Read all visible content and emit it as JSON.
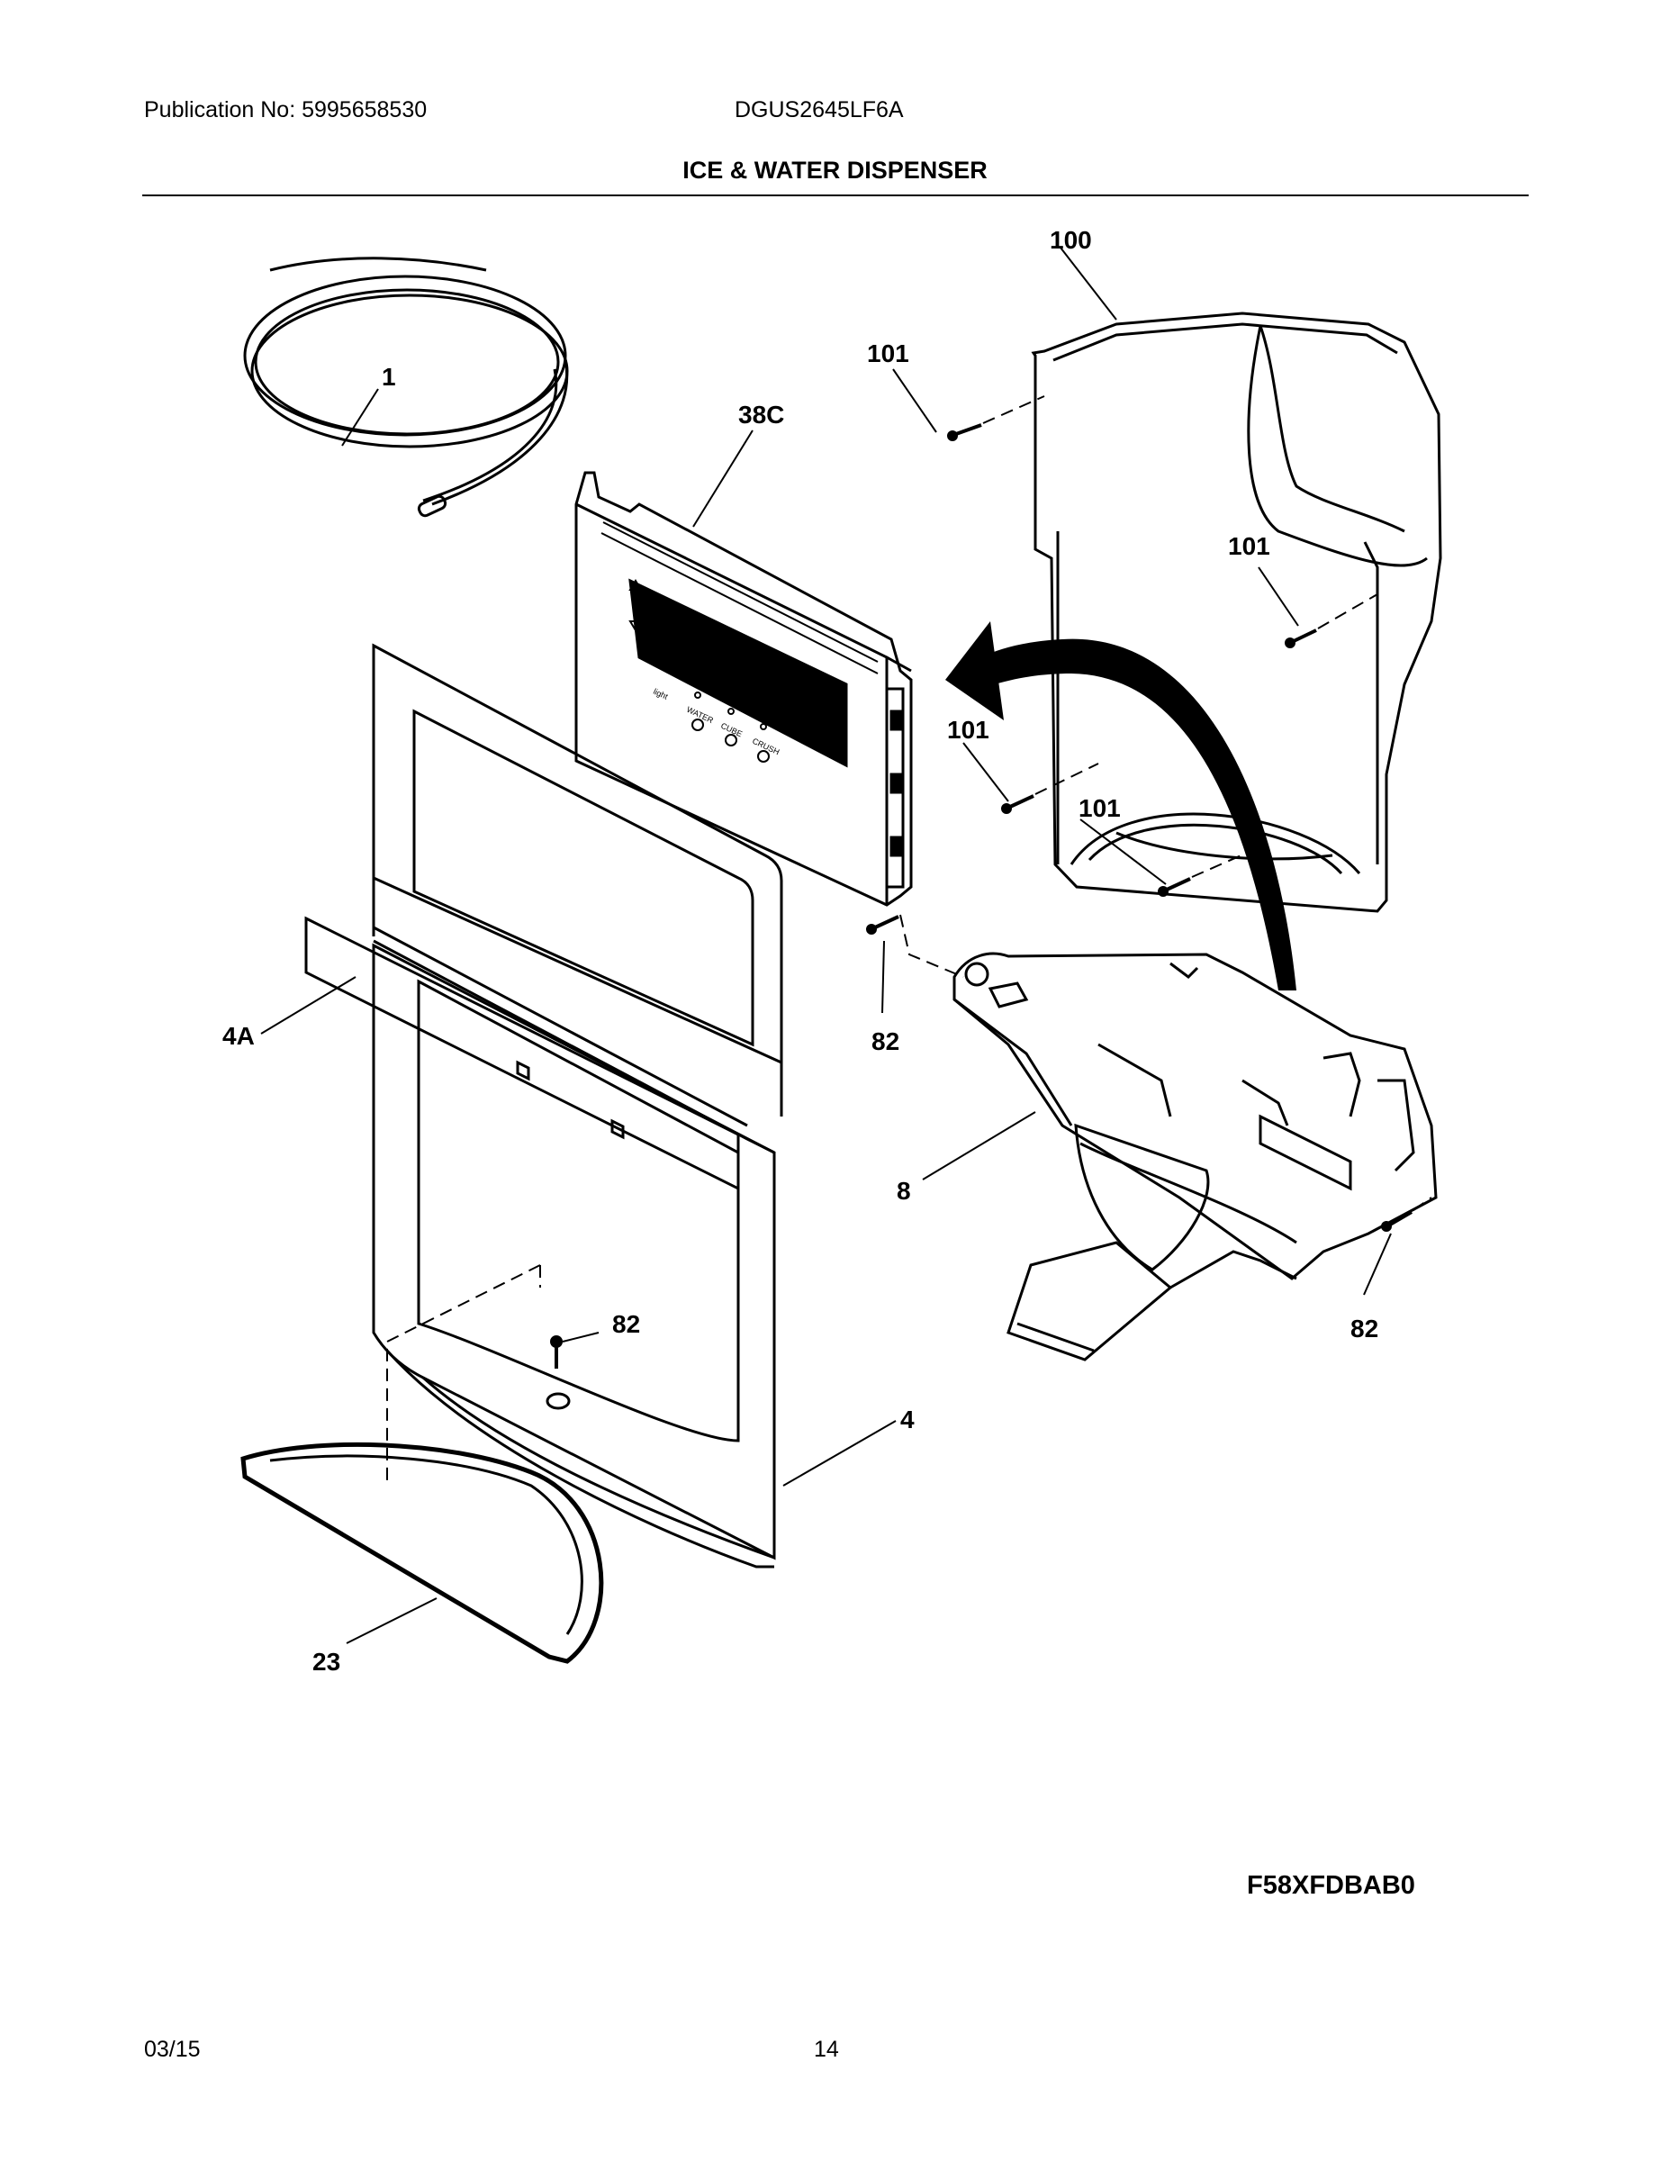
{
  "header": {
    "publication": "Publication No: 5995658530",
    "model": "DGUS2645LF6A",
    "title": "ICE & WATER DISPENSER"
  },
  "callouts": {
    "part_1": "1",
    "part_100": "100",
    "part_101_a": "101",
    "part_101_b": "101",
    "part_101_c": "101",
    "part_101_d": "101",
    "part_38c": "38C",
    "part_4a": "4A",
    "part_82_a": "82",
    "part_82_b": "82",
    "part_82_c": "82",
    "part_8": "8",
    "part_4": "4",
    "part_23": "23"
  },
  "control_panel": {
    "button_water": "WATER",
    "button_cube": "CUBE",
    "button_crush": "CRUSH",
    "button_light": "light"
  },
  "figure_code": "F58XFDBAB0",
  "footer": {
    "date": "03/15",
    "page": "14"
  }
}
